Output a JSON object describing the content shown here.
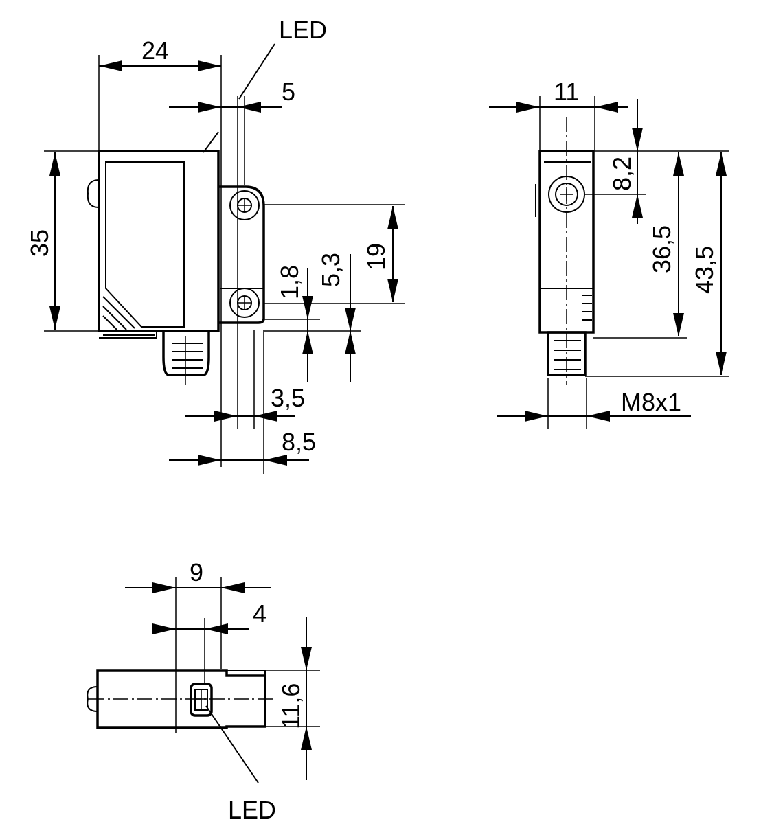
{
  "labels": {
    "front_view": {
      "width": "24",
      "led": "LED",
      "led_offset": "5",
      "height": "35",
      "mount_spacing": "19",
      "dim_5_3": "5,3",
      "dim_1_8": "1,8",
      "dim_3_5": "3,5",
      "dim_8_5": "8,5"
    },
    "side_view": {
      "width": "11",
      "hole_offset": "8,2",
      "body_height": "36,5",
      "total_height": "43,5",
      "thread": "M8x1"
    },
    "top_view": {
      "dim_9": "9",
      "dim_4": "4",
      "thickness": "11,6",
      "led": "LED"
    }
  }
}
